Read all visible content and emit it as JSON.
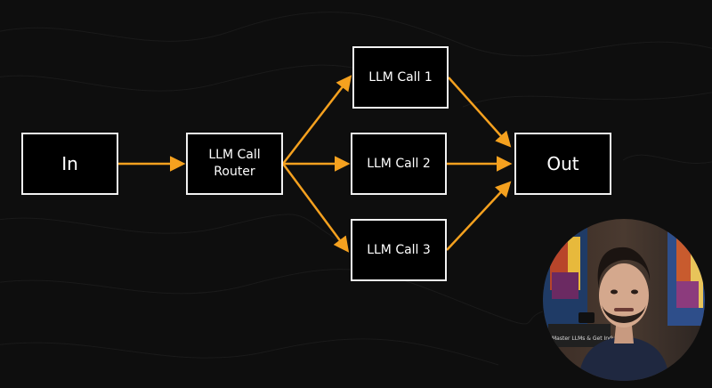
{
  "diagram": {
    "nodes": {
      "input": "In",
      "router": "LLM Call\nRouter",
      "call_1": "LLM Call 1",
      "call_2": "LLM Call 2",
      "call_3": "LLM Call 3",
      "output": "Out"
    },
    "edges": [
      {
        "from": "input",
        "to": "router"
      },
      {
        "from": "router",
        "to": "call_1"
      },
      {
        "from": "router",
        "to": "call_2"
      },
      {
        "from": "router",
        "to": "call_3"
      },
      {
        "from": "call_1",
        "to": "output"
      },
      {
        "from": "call_2",
        "to": "output"
      },
      {
        "from": "call_3",
        "to": "output"
      }
    ]
  },
  "webcam": {
    "shirt_text": "Master LLMs & Get Industry"
  },
  "colors": {
    "background": "#0e0e0e",
    "node_fill": "#000000",
    "node_border": "#f2f2f2",
    "arrow": "#f5a11f"
  }
}
